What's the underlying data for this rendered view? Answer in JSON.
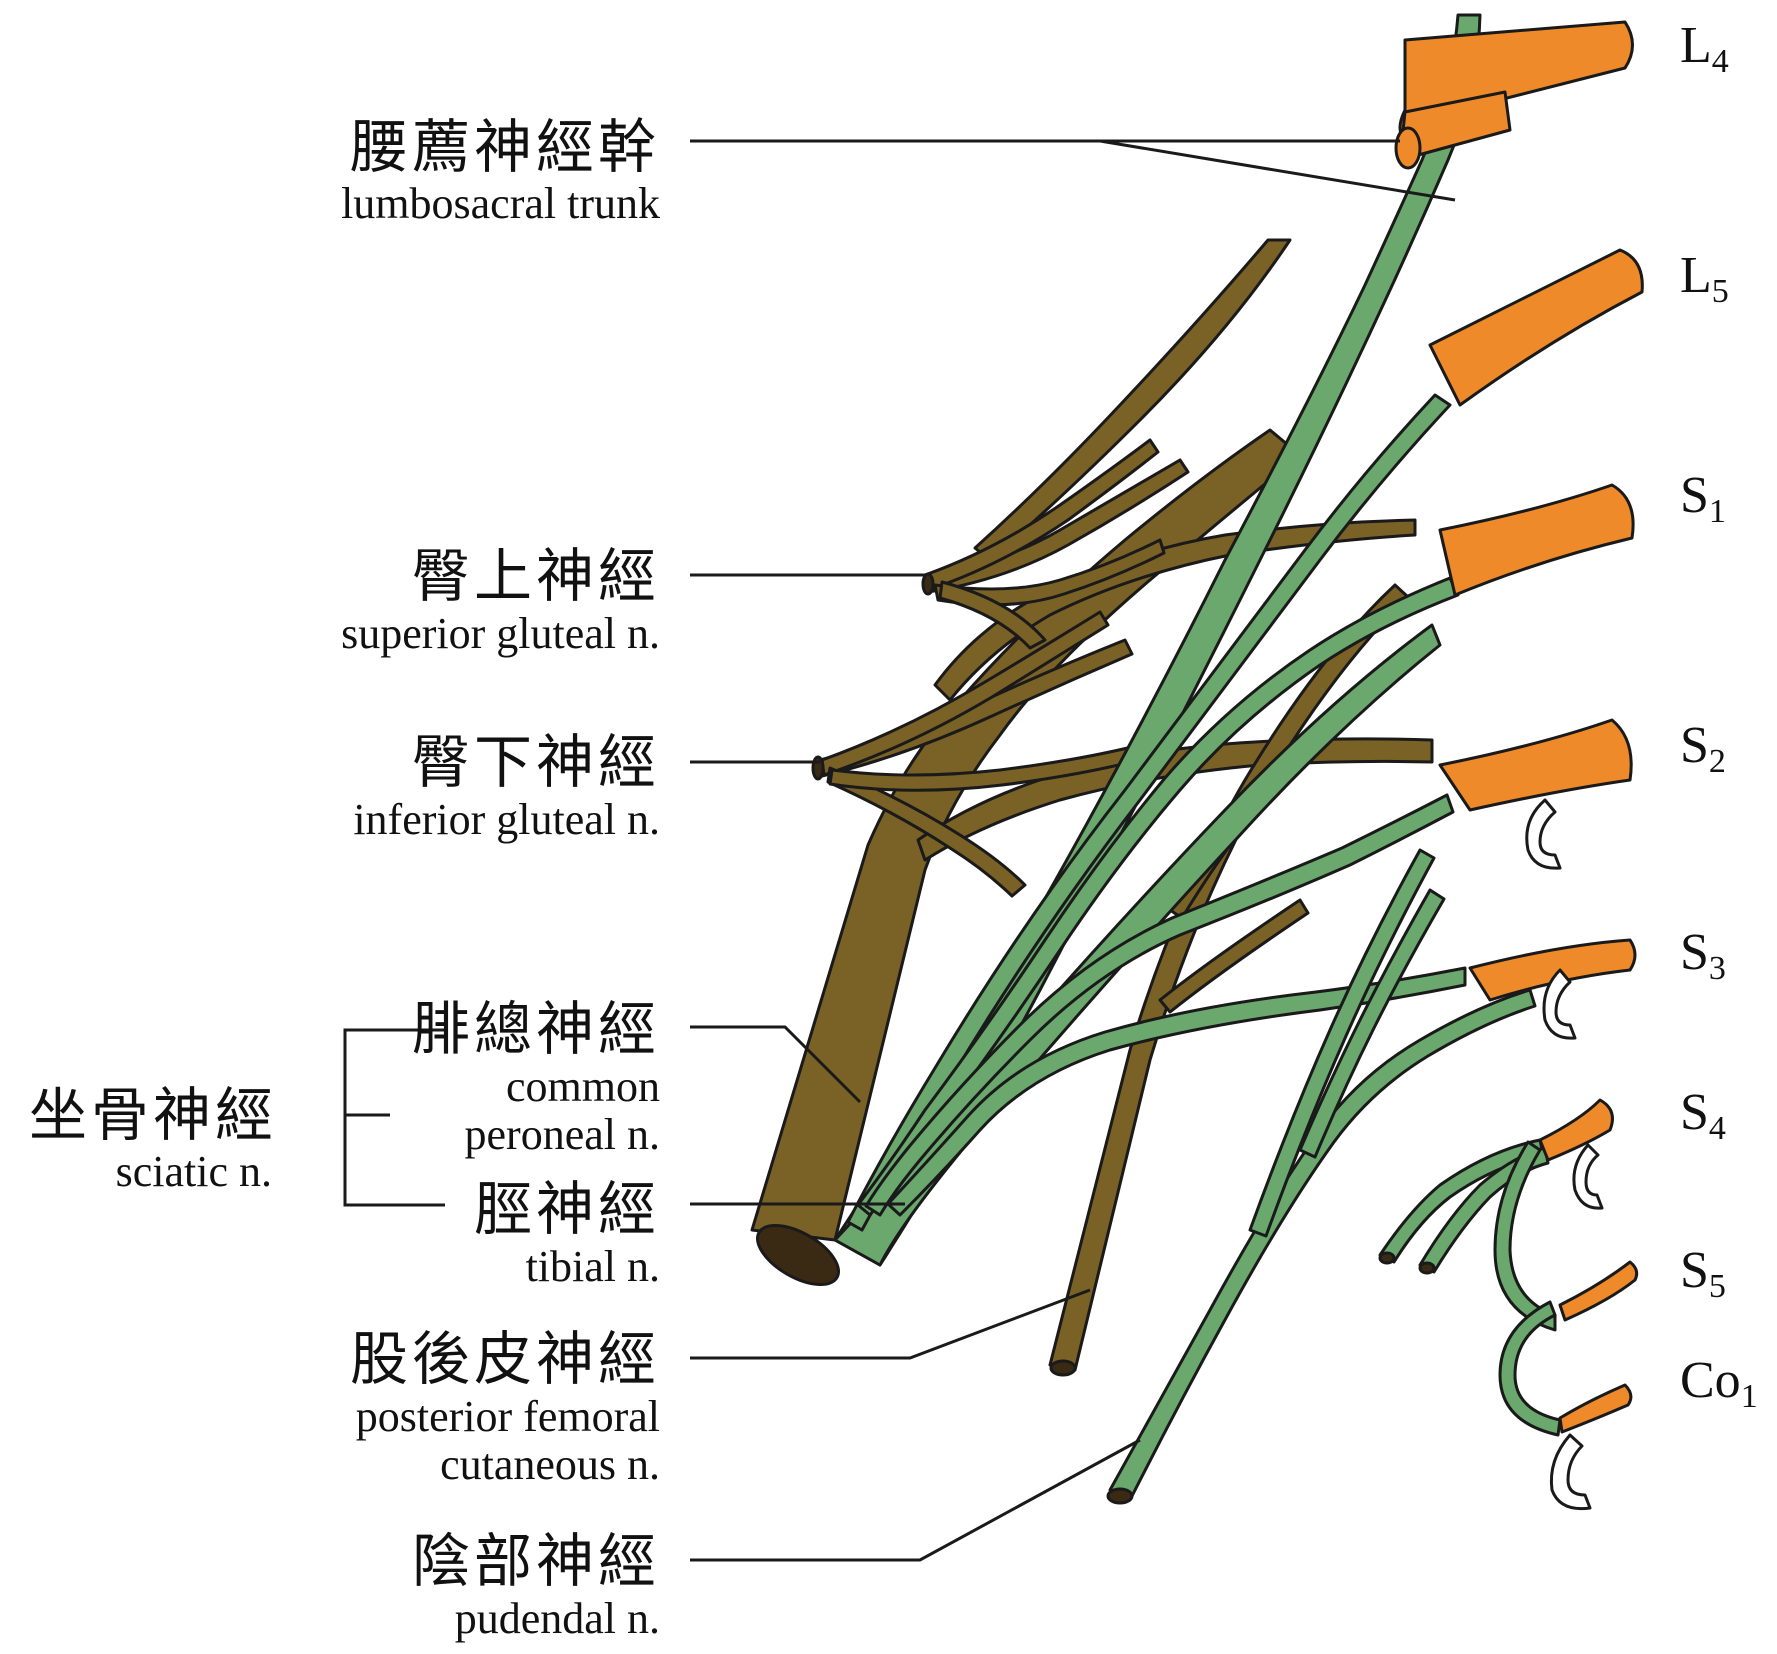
{
  "colors": {
    "root_orange": "#ef8a2a",
    "green_nerve": "#6aa86e",
    "brown_nerve": "#7a6126",
    "outline": "#1a1a1a"
  },
  "roots": [
    {
      "letter": "L",
      "sub": "4"
    },
    {
      "letter": "L",
      "sub": "5"
    },
    {
      "letter": "S",
      "sub": "1"
    },
    {
      "letter": "S",
      "sub": "2"
    },
    {
      "letter": "S",
      "sub": "3"
    },
    {
      "letter": "S",
      "sub": "4"
    },
    {
      "letter": "S",
      "sub": "5"
    },
    {
      "letter": "Co",
      "sub": "1"
    }
  ],
  "labels": {
    "lumbosacral": {
      "zh": "腰薦神經幹",
      "en": "lumbosacral trunk"
    },
    "sup_gluteal": {
      "zh": "臀上神經",
      "en": "superior gluteal n."
    },
    "inf_gluteal": {
      "zh": "臀下神經",
      "en": "inferior gluteal n."
    },
    "sciatic": {
      "zh": "坐骨神經",
      "en": "sciatic n."
    },
    "common_peroneal": {
      "zh": "腓總神經",
      "en1": "common",
      "en2": "peroneal n."
    },
    "tibial": {
      "zh": "脛神經",
      "en": "tibial n."
    },
    "post_femoral": {
      "zh": "股後皮神經",
      "en1": "posterior femoral",
      "en2": "cutaneous n."
    },
    "pudendal": {
      "zh": "陰部神經",
      "en": "pudendal  n."
    }
  }
}
